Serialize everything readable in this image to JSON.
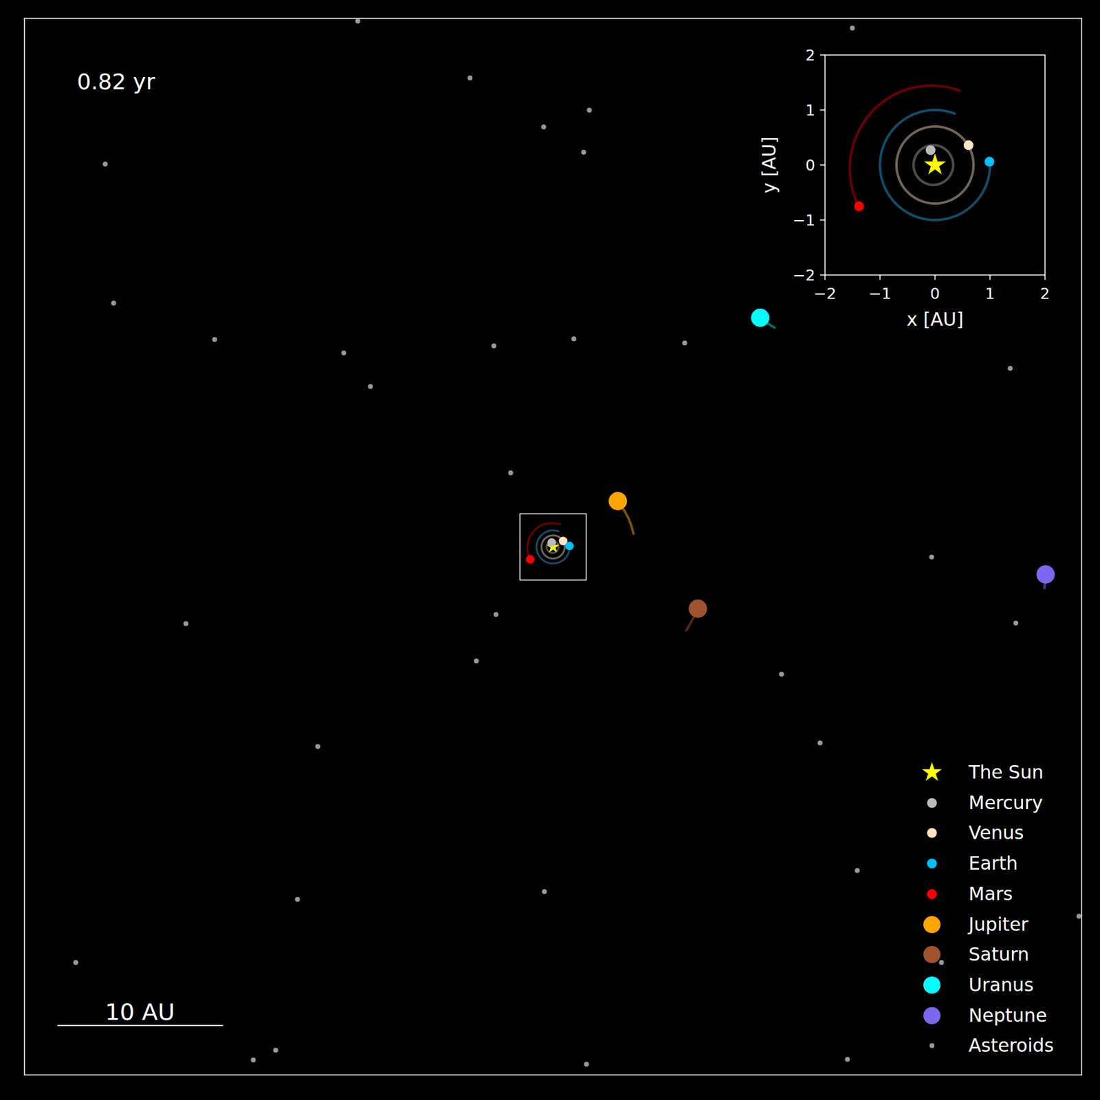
{
  "diagram": {
    "labels": [
      "0.82 yr",
      "2",
      "1",
      "0",
      "−1",
      "−2",
      "y [AU]",
      "−2",
      "−1",
      "0",
      "1",
      "2",
      "x [AU]",
      "10 AU"
    ],
    "legend": [
      {
        "text": "The Sun",
        "color": "#ffff00"
      },
      {
        "text": "Mercury",
        "color": "#bbbbbb"
      },
      {
        "text": "Venus",
        "color": "#ffe4c4"
      },
      {
        "text": "Earth",
        "color": "#00bfff"
      },
      {
        "text": "Mars",
        "color": "#ff0000"
      },
      {
        "text": "Jupiter",
        "color": "#ffa500"
      },
      {
        "text": "Saturn",
        "color": "#a0522d"
      },
      {
        "text": "Uranus",
        "color": "#00ffff"
      },
      {
        "text": "Neptune",
        "color": "#7b68ee"
      },
      {
        "text": "Asteroids",
        "color": "#999999"
      }
    ]
  }
}
